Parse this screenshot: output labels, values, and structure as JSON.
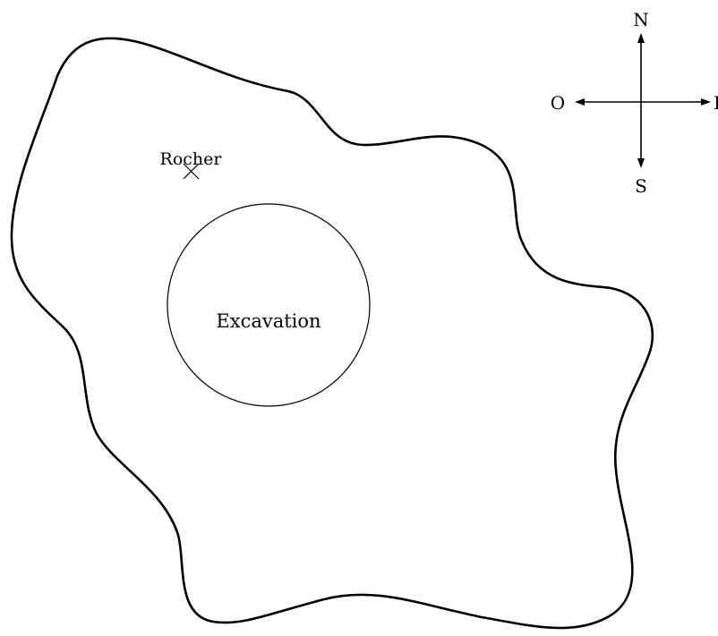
{
  "labels": {
    "rock": "Rocher",
    "excavation": "Excavation"
  },
  "compass": {
    "north": "N",
    "south": "S",
    "west": "O",
    "east": "E"
  },
  "icons": {
    "rock_marker": "cross-icon"
  },
  "colors": {
    "ink": "#000000",
    "background": "#ffffff"
  }
}
